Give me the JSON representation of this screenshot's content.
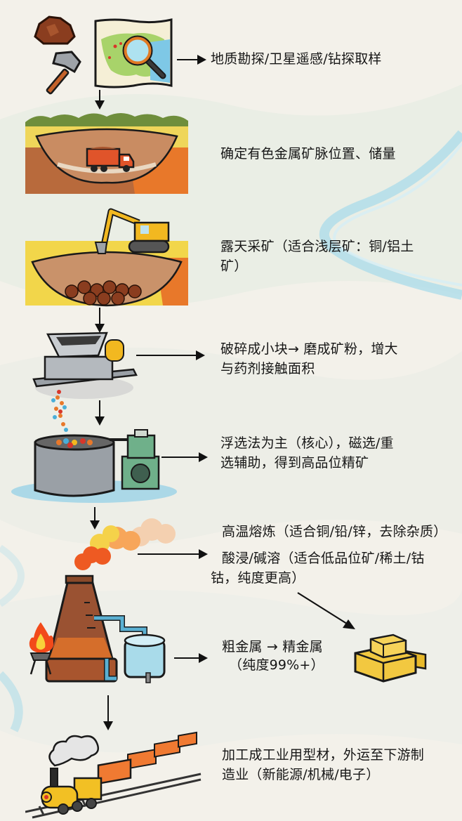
{
  "diagram": {
    "type": "process-flow",
    "theme": "non-ferrous metal mining to industrial supply chain",
    "colors": {
      "background": "#f3f1ea",
      "river": "#a9dbea",
      "text": "#161616",
      "arrow": "#111111",
      "gold": "#e8b92a",
      "ore": "#8a3d1f",
      "soil_yellow": "#f2d64a",
      "soil_orange": "#e8782a"
    },
    "steps": [
      {
        "id": "exploration",
        "icons": [
          "ore-rock-icon",
          "hammer-icon",
          "map-icon",
          "magnifier-icon"
        ],
        "text": [
          "地质勘探/卫星遥感/钻探取样"
        ]
      },
      {
        "id": "deposit-identification",
        "icons": [
          "open-pit-icon",
          "dump-truck-icon"
        ],
        "text": [
          "确定有色金属矿脉位置、储量"
        ]
      },
      {
        "id": "open-pit-mining",
        "icons": [
          "excavator-icon",
          "ore-pit-icon"
        ],
        "text": [
          "露天采矿（适合浅层矿：铜/铝土",
          "矿）"
        ]
      },
      {
        "id": "crushing-grinding",
        "icons": [
          "crusher-machine-icon"
        ],
        "text": [
          "破碎成小块→ 磨成矿粉，增大",
          "与药剂接触面积"
        ]
      },
      {
        "id": "beneficiation",
        "icons": [
          "flotation-tank-icon",
          "pump-icon"
        ],
        "text": [
          "浮选法为主（核心），磁选/重",
          "选辅助，得到高品位精矿"
        ]
      },
      {
        "id": "smelting",
        "icons": [
          "furnace-icon",
          "smoke-icon",
          "fire-icon",
          "storage-tank-icon"
        ],
        "text": [
          "高温熔炼（适合铜/铅/锌，去除杂质）",
          "酸浸/碱溶（适合低品位矿/稀土/钴",
          "钴，纯度更高）"
        ]
      },
      {
        "id": "refining",
        "icons": [
          "gold-bars-icon"
        ],
        "text": [
          "粗金属 → 精金属",
          "（纯度99%+）"
        ]
      },
      {
        "id": "transport",
        "icons": [
          "steam-train-icon"
        ],
        "text": [
          "加工成工业用型材，外运至下游制",
          "造业（新能源/机械/电子）"
        ]
      }
    ]
  }
}
